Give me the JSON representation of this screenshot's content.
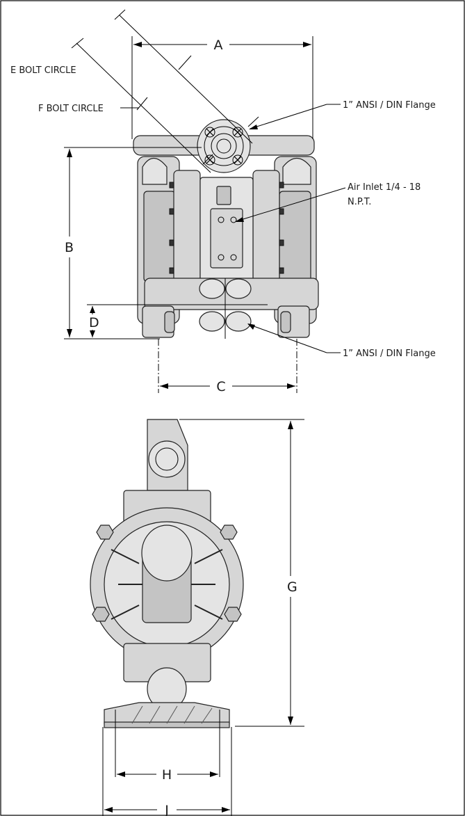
{
  "dimensions": {
    "A": "A",
    "B": "B",
    "C": "C",
    "D": "D",
    "G": "G",
    "H": "H",
    "J": "J"
  },
  "callouts": {
    "e_bolt_circle": "E BOLT CIRCLE",
    "f_bolt_circle": "F BOLT CIRCLE",
    "top_flange": "1” ANSI / DIN Flange",
    "air_inlet_line1": "Air Inlet 1/4 - 18",
    "air_inlet_line2": "N.P.T.",
    "bottom_flange": "1” ANSI / DIN Flange"
  },
  "colors": {
    "line": "#000000",
    "part_fill": "#d6d6d6",
    "part_shadow": "#c4c4c4"
  }
}
